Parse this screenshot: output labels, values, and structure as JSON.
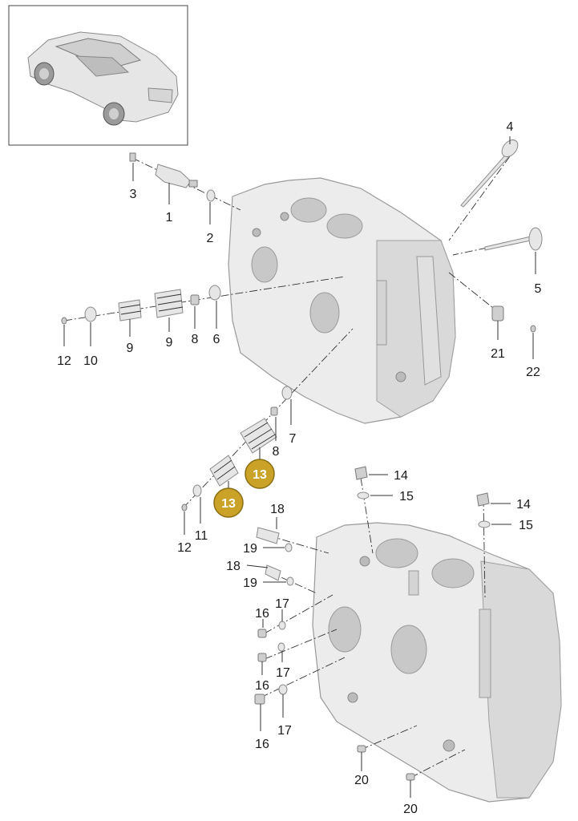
{
  "callouts": [
    {
      "id": "c1",
      "label": "1"
    },
    {
      "id": "c2",
      "label": "2"
    },
    {
      "id": "c3",
      "label": "3"
    },
    {
      "id": "c4",
      "label": "4"
    },
    {
      "id": "c5",
      "label": "5"
    },
    {
      "id": "c6",
      "label": "6"
    },
    {
      "id": "c7",
      "label": "7"
    },
    {
      "id": "c8a",
      "label": "8"
    },
    {
      "id": "c8b",
      "label": "8"
    },
    {
      "id": "c9a",
      "label": "9"
    },
    {
      "id": "c9b",
      "label": "9"
    },
    {
      "id": "c10",
      "label": "10"
    },
    {
      "id": "c11",
      "label": "11"
    },
    {
      "id": "c12a",
      "label": "12"
    },
    {
      "id": "c12b",
      "label": "12"
    },
    {
      "id": "c14a",
      "label": "14"
    },
    {
      "id": "c14b",
      "label": "14"
    },
    {
      "id": "c15a",
      "label": "15"
    },
    {
      "id": "c15b",
      "label": "15"
    },
    {
      "id": "c16a",
      "label": "16"
    },
    {
      "id": "c16b",
      "label": "16"
    },
    {
      "id": "c16c",
      "label": "16"
    },
    {
      "id": "c17a",
      "label": "17"
    },
    {
      "id": "c17b",
      "label": "17"
    },
    {
      "id": "c17c",
      "label": "17"
    },
    {
      "id": "c18a",
      "label": "18"
    },
    {
      "id": "c18b",
      "label": "18"
    },
    {
      "id": "c19a",
      "label": "19"
    },
    {
      "id": "c19b",
      "label": "19"
    },
    {
      "id": "c20a",
      "label": "20"
    },
    {
      "id": "c20b",
      "label": "20"
    },
    {
      "id": "c21",
      "label": "21"
    },
    {
      "id": "c22",
      "label": "22"
    }
  ],
  "badges": [
    {
      "id": "b13a",
      "label": "13"
    },
    {
      "id": "b13b",
      "label": "13"
    }
  ],
  "colors": {
    "badge_fill": "#c9a227",
    "badge_stroke": "#8a6e12",
    "part_gray": "#e6e6e6",
    "text": "#1a1a1a"
  }
}
